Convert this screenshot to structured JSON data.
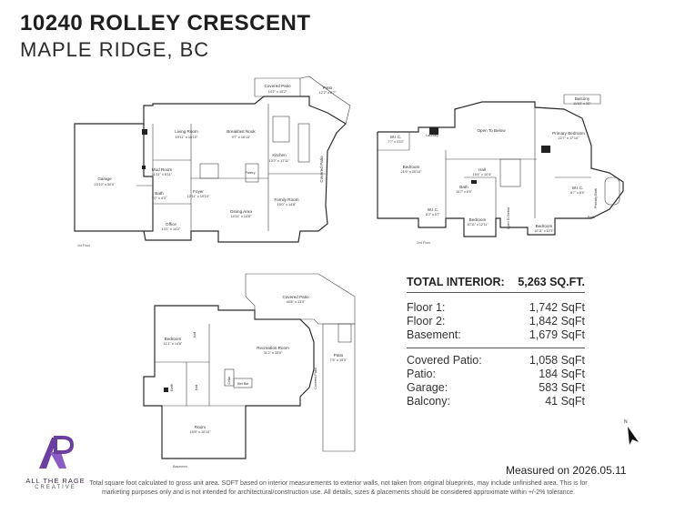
{
  "address": {
    "street": "10240 ROLLEY CRESCENT",
    "city": "MAPLE RIDGE, BC"
  },
  "plans": {
    "floor1": {
      "tag": "1st Floor",
      "rooms": [
        {
          "name": "Covered Patio",
          "dims": "14'2\" x 10'2\""
        },
        {
          "name": "Patio",
          "dims": "12'2\" x 6'7\""
        },
        {
          "name": "Living Room",
          "dims": "19'11\" x 16'10\""
        },
        {
          "name": "Breakfast Nook",
          "dims": "9'7\" x 16'10\""
        },
        {
          "name": "Kitchen",
          "dims": "13'2\" x 17'11\""
        },
        {
          "name": "Covered Patio",
          "dims": "19'4\" x 4'3\""
        },
        {
          "name": "Garage",
          "dims": "23'10\" x 30'0\""
        },
        {
          "name": "Mud Room",
          "dims": "11'11\" x 5'11\""
        },
        {
          "name": "Bath",
          "dims": "7'0\" x 4'3\""
        },
        {
          "name": "Foyer",
          "dims": "12'11\" x 19'10\""
        },
        {
          "name": "Pantry",
          "dims": "7'11\" x 4'5\""
        },
        {
          "name": "Family Room",
          "dims": "15'0\" x 14'8\""
        },
        {
          "name": "Dining Area",
          "dims": "10'11\" x 14'8\""
        },
        {
          "name": "Office",
          "dims": "13'1\" x 14'2\""
        }
      ]
    },
    "floor2": {
      "tag": "2nd Floor",
      "rooms": [
        {
          "name": "Balcony",
          "dims": "11'10\" x 3'0\""
        },
        {
          "name": "Open To Below",
          "dims": ""
        },
        {
          "name": "Primary Bedroom",
          "dims": "22'7\" x 17'10\""
        },
        {
          "name": "W.I.C.",
          "dims": "7'7\" x 5'10\""
        },
        {
          "name": "Laundry",
          "dims": "5'10\" x 3'8\""
        },
        {
          "name": "Bedroom",
          "dims": "21'6\" x 20'10\""
        },
        {
          "name": "Hall",
          "dims": "15'4\" x 10'4\""
        },
        {
          "name": "Bath",
          "dims": "10'7\" x 6'5\""
        },
        {
          "name": "W.I.C.",
          "dims": "8'2\" x 5'7\""
        },
        {
          "name": "W.I.C.",
          "dims": "8'7\" x 8'4\""
        },
        {
          "name": "Primary Bath",
          "dims": "15'2\" x 9'3\""
        },
        {
          "name": "Bath",
          "dims": "7'11\" x 5'2\""
        },
        {
          "name": "Bedroom",
          "dims": "10'11\" x 12'11\""
        },
        {
          "name": "Open To Below",
          "dims": ""
        },
        {
          "name": "Bedroom",
          "dims": "10'11\" x 12'3\""
        }
      ]
    },
    "basement": {
      "tag": "Basement",
      "rooms": [
        {
          "name": "Covered Patio",
          "dims": "40'8\" x 13'0\""
        },
        {
          "name": "Bedroom",
          "dims": "11'1\" x 14'8\""
        },
        {
          "name": "Hall",
          "dims": "6'3\" x 8'10\""
        },
        {
          "name": "Recreation Room",
          "dims": "31'2\" x 33'0\""
        },
        {
          "name": "Patio",
          "dims": "7'5\" x 19'3\""
        },
        {
          "name": "Covered Patio",
          "dims": "14'1\" x 20'2\""
        },
        {
          "name": "Bath",
          "dims": "4'11\" x 8'0\""
        },
        {
          "name": "Hall",
          "dims": "4'11\" x 7'3\""
        },
        {
          "name": "Cellar",
          "dims": "5'1\" x 4'8\""
        },
        {
          "name": "Wet Bar",
          "dims": "4'9\" x 11'2\""
        },
        {
          "name": "Room",
          "dims": "19'8\" x 10'10\""
        }
      ]
    }
  },
  "stats": {
    "total_label": "TOTAL INTERIOR:",
    "total_value": "5,263 SQ.FT.",
    "floors": [
      {
        "label": "Floor 1:",
        "value": "1,742 SqFt"
      },
      {
        "label": "Floor 2:",
        "value": "1,842 SqFt"
      },
      {
        "label": "Basement:",
        "value": "1,679 SqFt"
      }
    ],
    "extras": [
      {
        "label": "Covered Patio:",
        "value": "1,058 SqFt"
      },
      {
        "label": "Patio:",
        "value": "184 SqFt"
      },
      {
        "label": "Garage:",
        "value": "583 SqFt"
      },
      {
        "label": "Balcony:",
        "value": "41 SqFt"
      }
    ]
  },
  "measured": "Measured on 2026.05.11",
  "logo": {
    "name": "ALL THE RAGE",
    "sub": "CREATIVE",
    "color": "#6b3fa0"
  },
  "compass": {
    "label": "N"
  },
  "disclaimer": "Total square foot calculated to gross unit area. SOFT based on interior measurements to exterior walls, not taken from original blueprints, may include unfinished area. This is for marketing purposes only and is not intended for architectural/construction use.  All details, sizes & placements should be considered approximate within +/-2% tolerance."
}
